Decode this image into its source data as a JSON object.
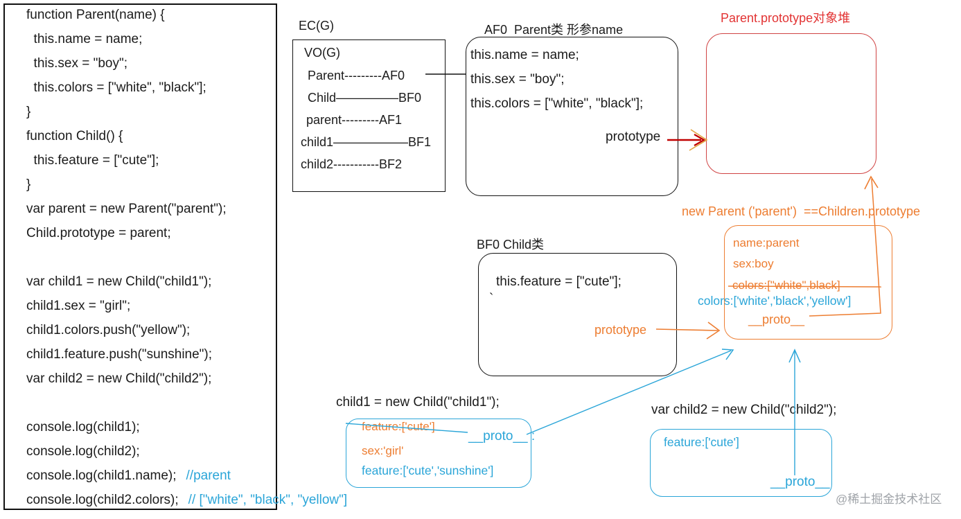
{
  "colors": {
    "code_text": "#1b1b1b",
    "comment_blue": "#2aa5d8",
    "orange": "#ed7d31",
    "red": "#e23333",
    "arrow_red": "#c00000",
    "watermark_gray": "#9fa3a8"
  },
  "code": {
    "lines": [
      {
        "t": "function Parent(name) {",
        "c": ""
      },
      {
        "t": "  this.name = name;",
        "c": ""
      },
      {
        "t": "  this.sex = \"boy\";",
        "c": ""
      },
      {
        "t": "  this.colors = [\"white\", \"black\"];",
        "c": ""
      },
      {
        "t": "}",
        "c": ""
      },
      {
        "t": "function Child() {",
        "c": ""
      },
      {
        "t": "  this.feature = [\"cute\"];",
        "c": ""
      },
      {
        "t": "}",
        "c": ""
      },
      {
        "t": "var parent = new Parent(\"parent\");",
        "c": ""
      },
      {
        "t": "Child.prototype = parent;",
        "c": ""
      },
      {
        "t": "",
        "c": ""
      },
      {
        "t": "var child1 = new Child(\"child1\");",
        "c": ""
      },
      {
        "t": "child1.sex = \"girl\";",
        "c": ""
      },
      {
        "t": "child1.colors.push(\"yellow\");",
        "c": ""
      },
      {
        "t": "child1.feature.push(\"sunshine\");",
        "c": ""
      },
      {
        "t": "var child2 = new Child(\"child2\");",
        "c": ""
      },
      {
        "t": "",
        "c": ""
      },
      {
        "t": "console.log(child1);",
        "c": ""
      },
      {
        "t": "console.log(child2);",
        "c": ""
      },
      {
        "t": "console.log(child1.name);",
        "c": "//parent"
      },
      {
        "t": "console.log(child2.colors);",
        "c": "// [\"white\", \"black\", \"yellow\"]"
      }
    ]
  },
  "ec": {
    "label": "EC(G)",
    "vo": "VO(G)",
    "rows": [
      "Parent---------AF0",
      "Child—————BF0",
      "parent---------AF1",
      "child1——————BF1",
      "child2-----------BF2"
    ]
  },
  "af0": {
    "label": "AF0  Parent类 形参name",
    "lines": [
      "this.name = name;",
      "this.sex = \"boy\";",
      "this.colors = [\"white\", \"black\"];"
    ],
    "prototype_label": "prototype"
  },
  "heap": {
    "label": "Parent.prototype对象堆"
  },
  "proto_obj": {
    "label": "new Parent ('parent')  ==Children.prototype",
    "name": "name:parent",
    "sex": "sex:boy",
    "colors_old": "colors:[\"white\",black]",
    "colors_new": "colors:['white','black','yellow']",
    "proto": "__proto__"
  },
  "bf0": {
    "label": "BF0 Child类",
    "line": "this.feature = [\"cute\"];",
    "backtick": "`",
    "prototype_label": "prototype"
  },
  "child1": {
    "title": "child1 = new Child(\"child1\");",
    "feature_old": "feature:['cute']",
    "proto": "__proto__ :",
    "sex": "sex:'girl'",
    "feature_new": "feature:['cute','sunshine']"
  },
  "child2": {
    "title": "var child2 = new Child(\"child2\");",
    "feature": "feature:['cute']",
    "proto": "__proto__"
  },
  "watermark": "@稀土掘金技术社区"
}
